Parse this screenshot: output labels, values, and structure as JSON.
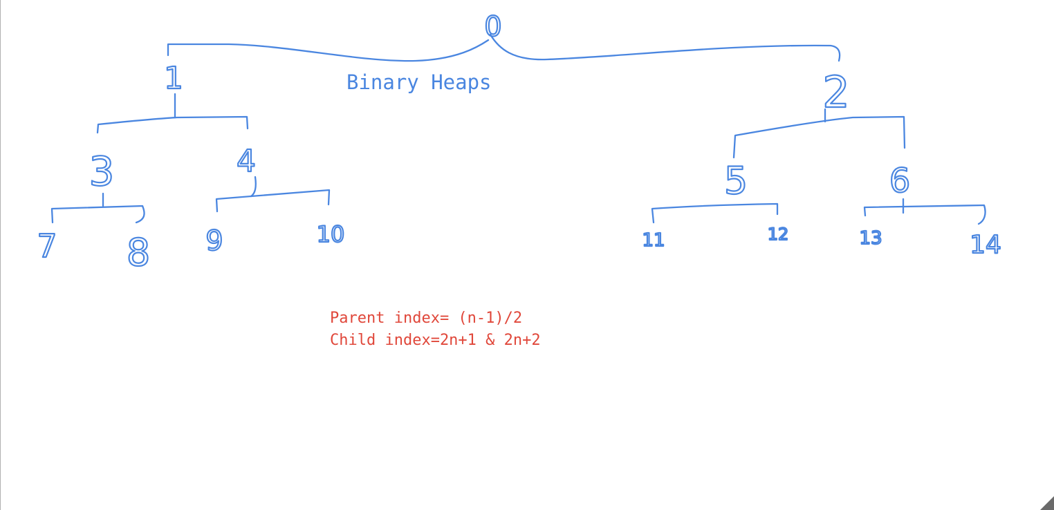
{
  "title": "Binary Heaps",
  "formulas": {
    "parent": "Parent index= (n-1)/2",
    "child": "Child index=2n+1 & 2n+2"
  },
  "nodes": [
    "0",
    "1",
    "2",
    "3",
    "4",
    "5",
    "6",
    "7",
    "8",
    "9",
    "10",
    "11",
    "12",
    "13",
    "14"
  ],
  "colors": {
    "ink_blue": "#4a86e0",
    "ink_red": "#e0473a",
    "page": "#ffffff"
  },
  "icons": {
    "corner": "resize-corner-icon"
  }
}
